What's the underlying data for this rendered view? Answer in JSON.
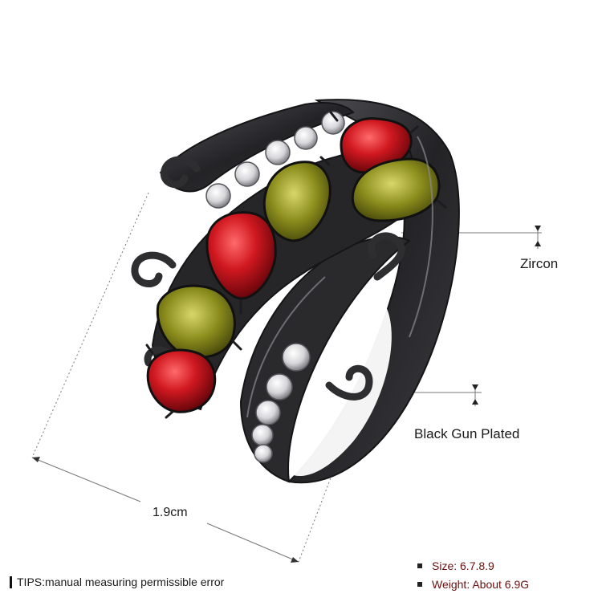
{
  "annotations": {
    "zircon": "Zircon",
    "plating": "Black Gun Plated",
    "width": "1.9cm"
  },
  "tips": "TIPS:manual measuring permissible error",
  "specs": {
    "size": "Size: 6.7.8.9",
    "weight": "Weight: About 6.9G"
  },
  "colors": {
    "metal": "#2c2c2e",
    "ruby": "#c4141c",
    "peridot": "#8a8c1c",
    "zircon": "#e8e8ea",
    "spec_text": "#6a1010"
  }
}
